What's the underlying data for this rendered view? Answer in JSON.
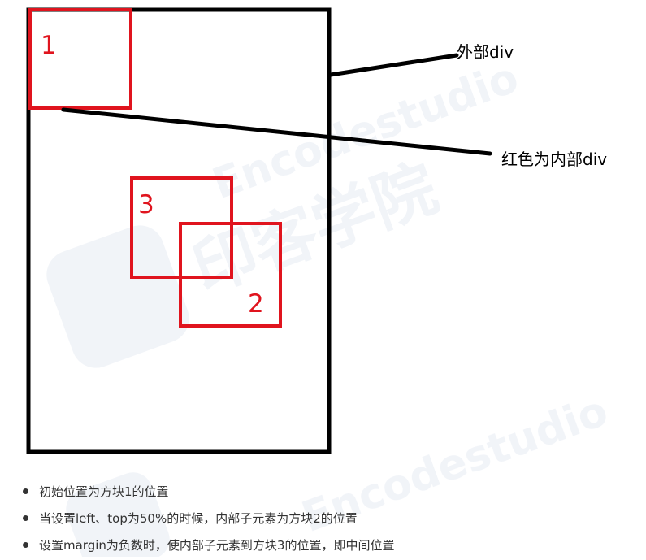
{
  "diagram": {
    "box_labels": {
      "box1": "1",
      "box2": "2",
      "box3": "3"
    },
    "callouts": {
      "outer": "外部div",
      "inner": "红色为内部div"
    },
    "colors": {
      "outer_border": "#000000",
      "inner_border": "#e0141e",
      "text": "#000000"
    }
  },
  "bullets": [
    {
      "text": "初始位置为方块1的位置"
    },
    {
      "text": "当设置left、top为50%的时候，内部子元素为方块2的位置"
    },
    {
      "text": "设置margin为负数时，使内部子元素到方块3的位置，即中间位置"
    }
  ]
}
